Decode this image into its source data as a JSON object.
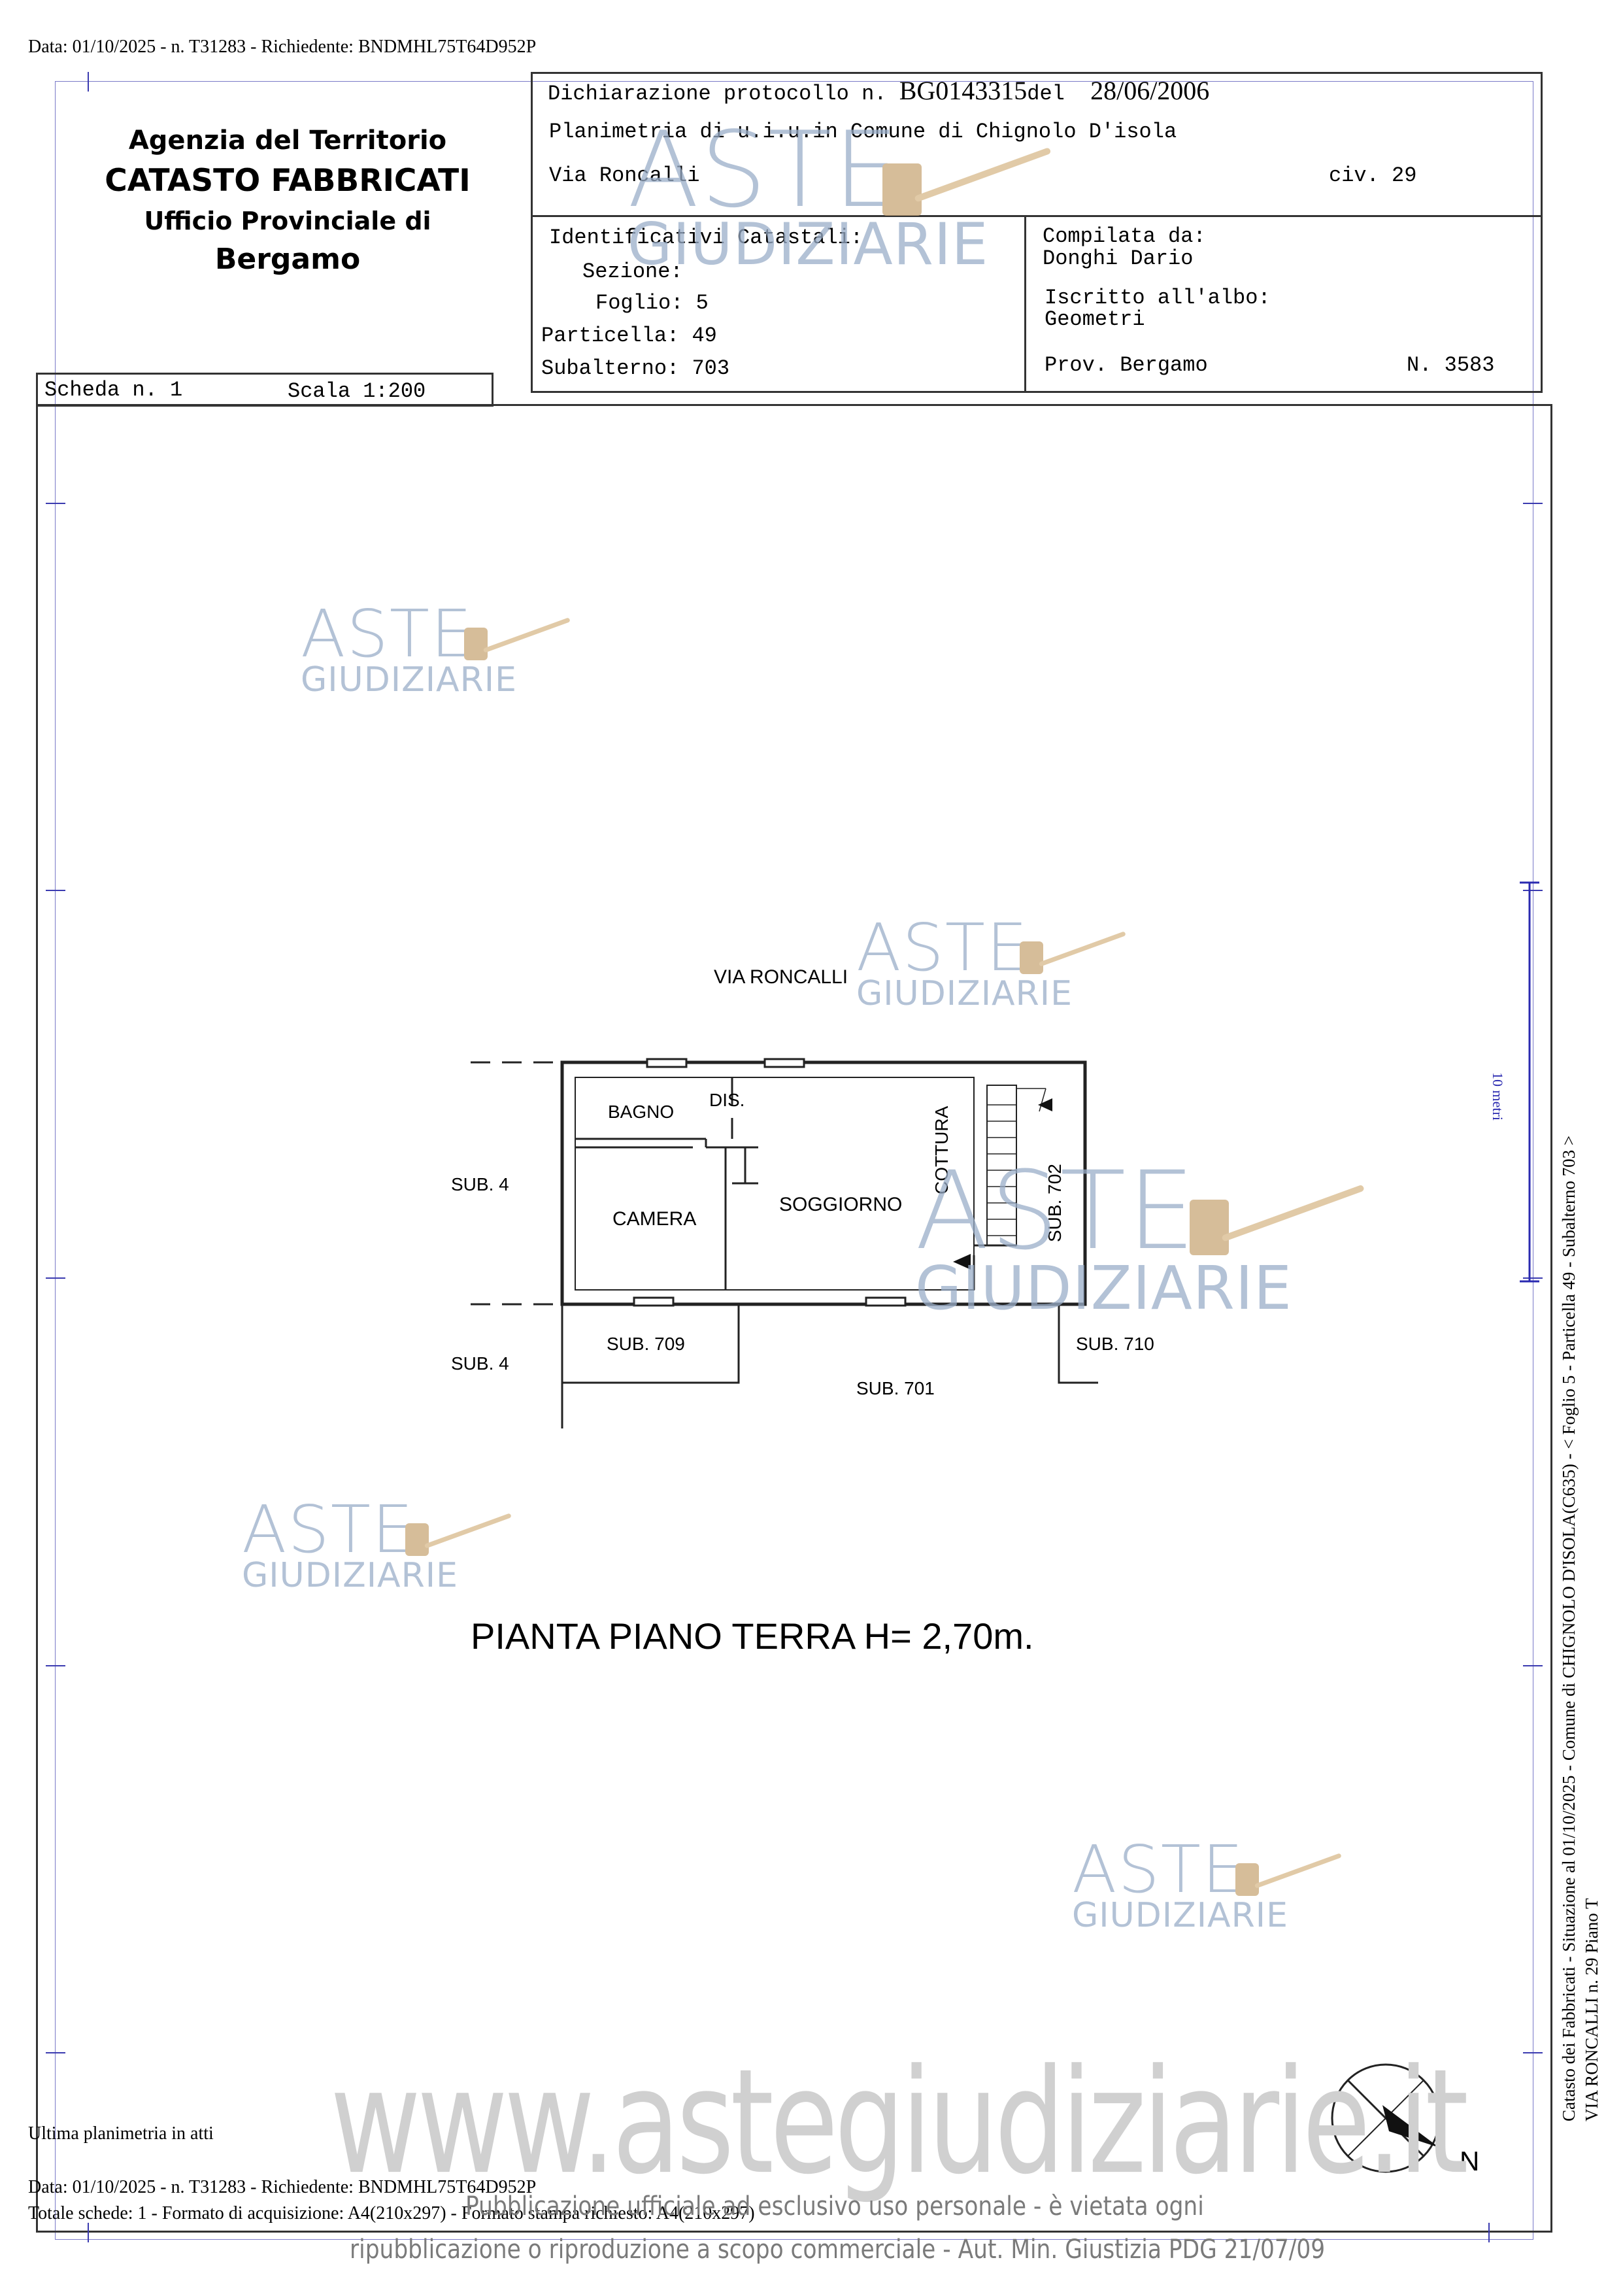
{
  "header": {
    "top_line": "Data: 01/10/2025 - n. T31283 - Richiedente: BNDMHL75T64D952P"
  },
  "agency": {
    "line1": "Agenzia del Territorio",
    "line2": "CATASTO FABBRICATI",
    "line3": "Ufficio Provinciale di",
    "line4": "Bergamo"
  },
  "declaration": {
    "label": "Dichiarazione protocollo n.",
    "number": "BG0143315",
    "del_label": "del",
    "date": "28/06/2006",
    "planimetria": "Planimetria di u.i.u.in Comune di Chignolo D'isola",
    "street": "Via Roncalli",
    "civ": "civ. 29"
  },
  "identifiers": {
    "title": "Identificativi Catastali:",
    "sezione": "Sezione:",
    "foglio": "Foglio: 5",
    "particella": "Particella: 49",
    "subalterno": "Subalterno: 703"
  },
  "compiler": {
    "label": "Compilata da:",
    "name": "Donghi Dario",
    "albo_label": "Iscritto all'albo:",
    "albo": "Geometri",
    "prov": "Prov. Bergamo",
    "num": "N.  3583"
  },
  "scheda": {
    "text": "Scheda n. 1",
    "scale": "Scala 1:200"
  },
  "plan": {
    "street_label": "VIA RONCALLI",
    "rooms": {
      "bagno": "BAGNO",
      "dis": "DIS.",
      "camera": "CAMERA",
      "soggiorno": "SOGGIORNO",
      "cottura": "COTTURA"
    },
    "subs": {
      "sub4_top": "SUB. 4",
      "sub4_bottom": "SUB. 4",
      "sub709": "SUB. 709",
      "sub701": "SUB. 701",
      "sub710": "SUB. 710",
      "sub702": "SUB. 702"
    },
    "title": "PIANTA PIANO TERRA  H= 2,70m.",
    "north": "N"
  },
  "side": {
    "line1": "Catasto dei Fabbricati - Situazione al 01/10/2025 - Comune di CHIGNOLO D'ISOLA(C635) - < Foglio 5 - Particella 49 - Subalterno 703 >",
    "line2": "VIA RONCALLI n. 29 Piano T",
    "scale_mark": "10 metri"
  },
  "footer": {
    "ultima": "Ultima planimetria in atti",
    "data": "Data: 01/10/2025 - n. T31283 - Richiedente: BNDMHL75T64D952P",
    "totale": "Totale schede: 1 - Formato di acquisizione: A4(210x297) - Formato stampa richiesto: A4(210x297)"
  },
  "watermarks": {
    "aste": "ASTE",
    "giudiziarie": "GIUDIZIARIE",
    "url": "www.astegiudiziarie.it",
    "notice1": "Pubblicazione ufficiale ad esclusivo uso personale - è vietata ogni",
    "notice2": "ripubblicazione o riproduzione a scopo commerciale - Aut. Min. Giustizia PDG 21/07/09"
  },
  "colors": {
    "frame": "#333333",
    "guide": "#3b3bb0",
    "watermark": "#9aaec9"
  }
}
